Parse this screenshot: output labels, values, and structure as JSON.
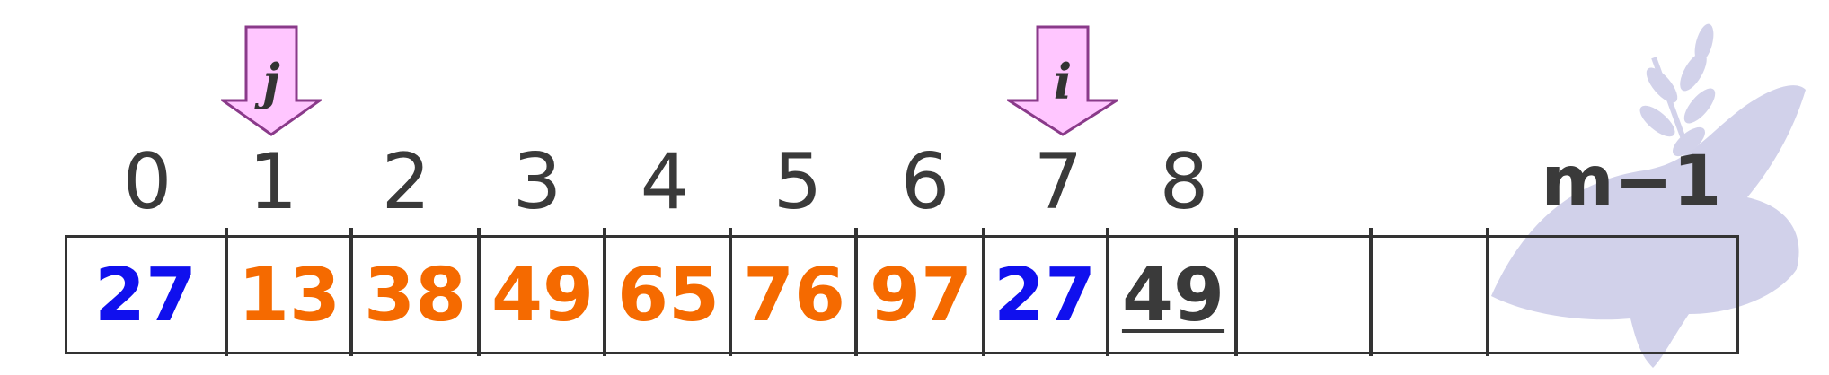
{
  "indices": [
    "0",
    "1",
    "2",
    "3",
    "4",
    "5",
    "6",
    "7",
    "8",
    "m−1"
  ],
  "cells": [
    {
      "value": "27",
      "color": "#1010ee"
    },
    {
      "value": "13",
      "color": "#f56a00"
    },
    {
      "value": "38",
      "color": "#f56a00"
    },
    {
      "value": "49",
      "color": "#f56a00"
    },
    {
      "value": "65",
      "color": "#f56a00"
    },
    {
      "value": "76",
      "color": "#f56a00"
    },
    {
      "value": "97",
      "color": "#f56a00"
    },
    {
      "value": "27",
      "color": "#1010ee"
    },
    {
      "value": "49",
      "color": "#3a3a3a"
    },
    {
      "value": "",
      "color": "#3a3a3a"
    },
    {
      "value": "",
      "color": "#3a3a3a"
    },
    {
      "value": "",
      "color": "#3a3a3a"
    }
  ],
  "pointers": {
    "j": {
      "label": "j",
      "at_index": 1
    },
    "i": {
      "label": "i",
      "at_index": 7
    }
  },
  "colors": {
    "arrow_fill": "#ffc6ff",
    "arrow_stroke": "#8a3a8a",
    "line": "#333333"
  },
  "watermark_icon": "dove-olive-branch-icon"
}
